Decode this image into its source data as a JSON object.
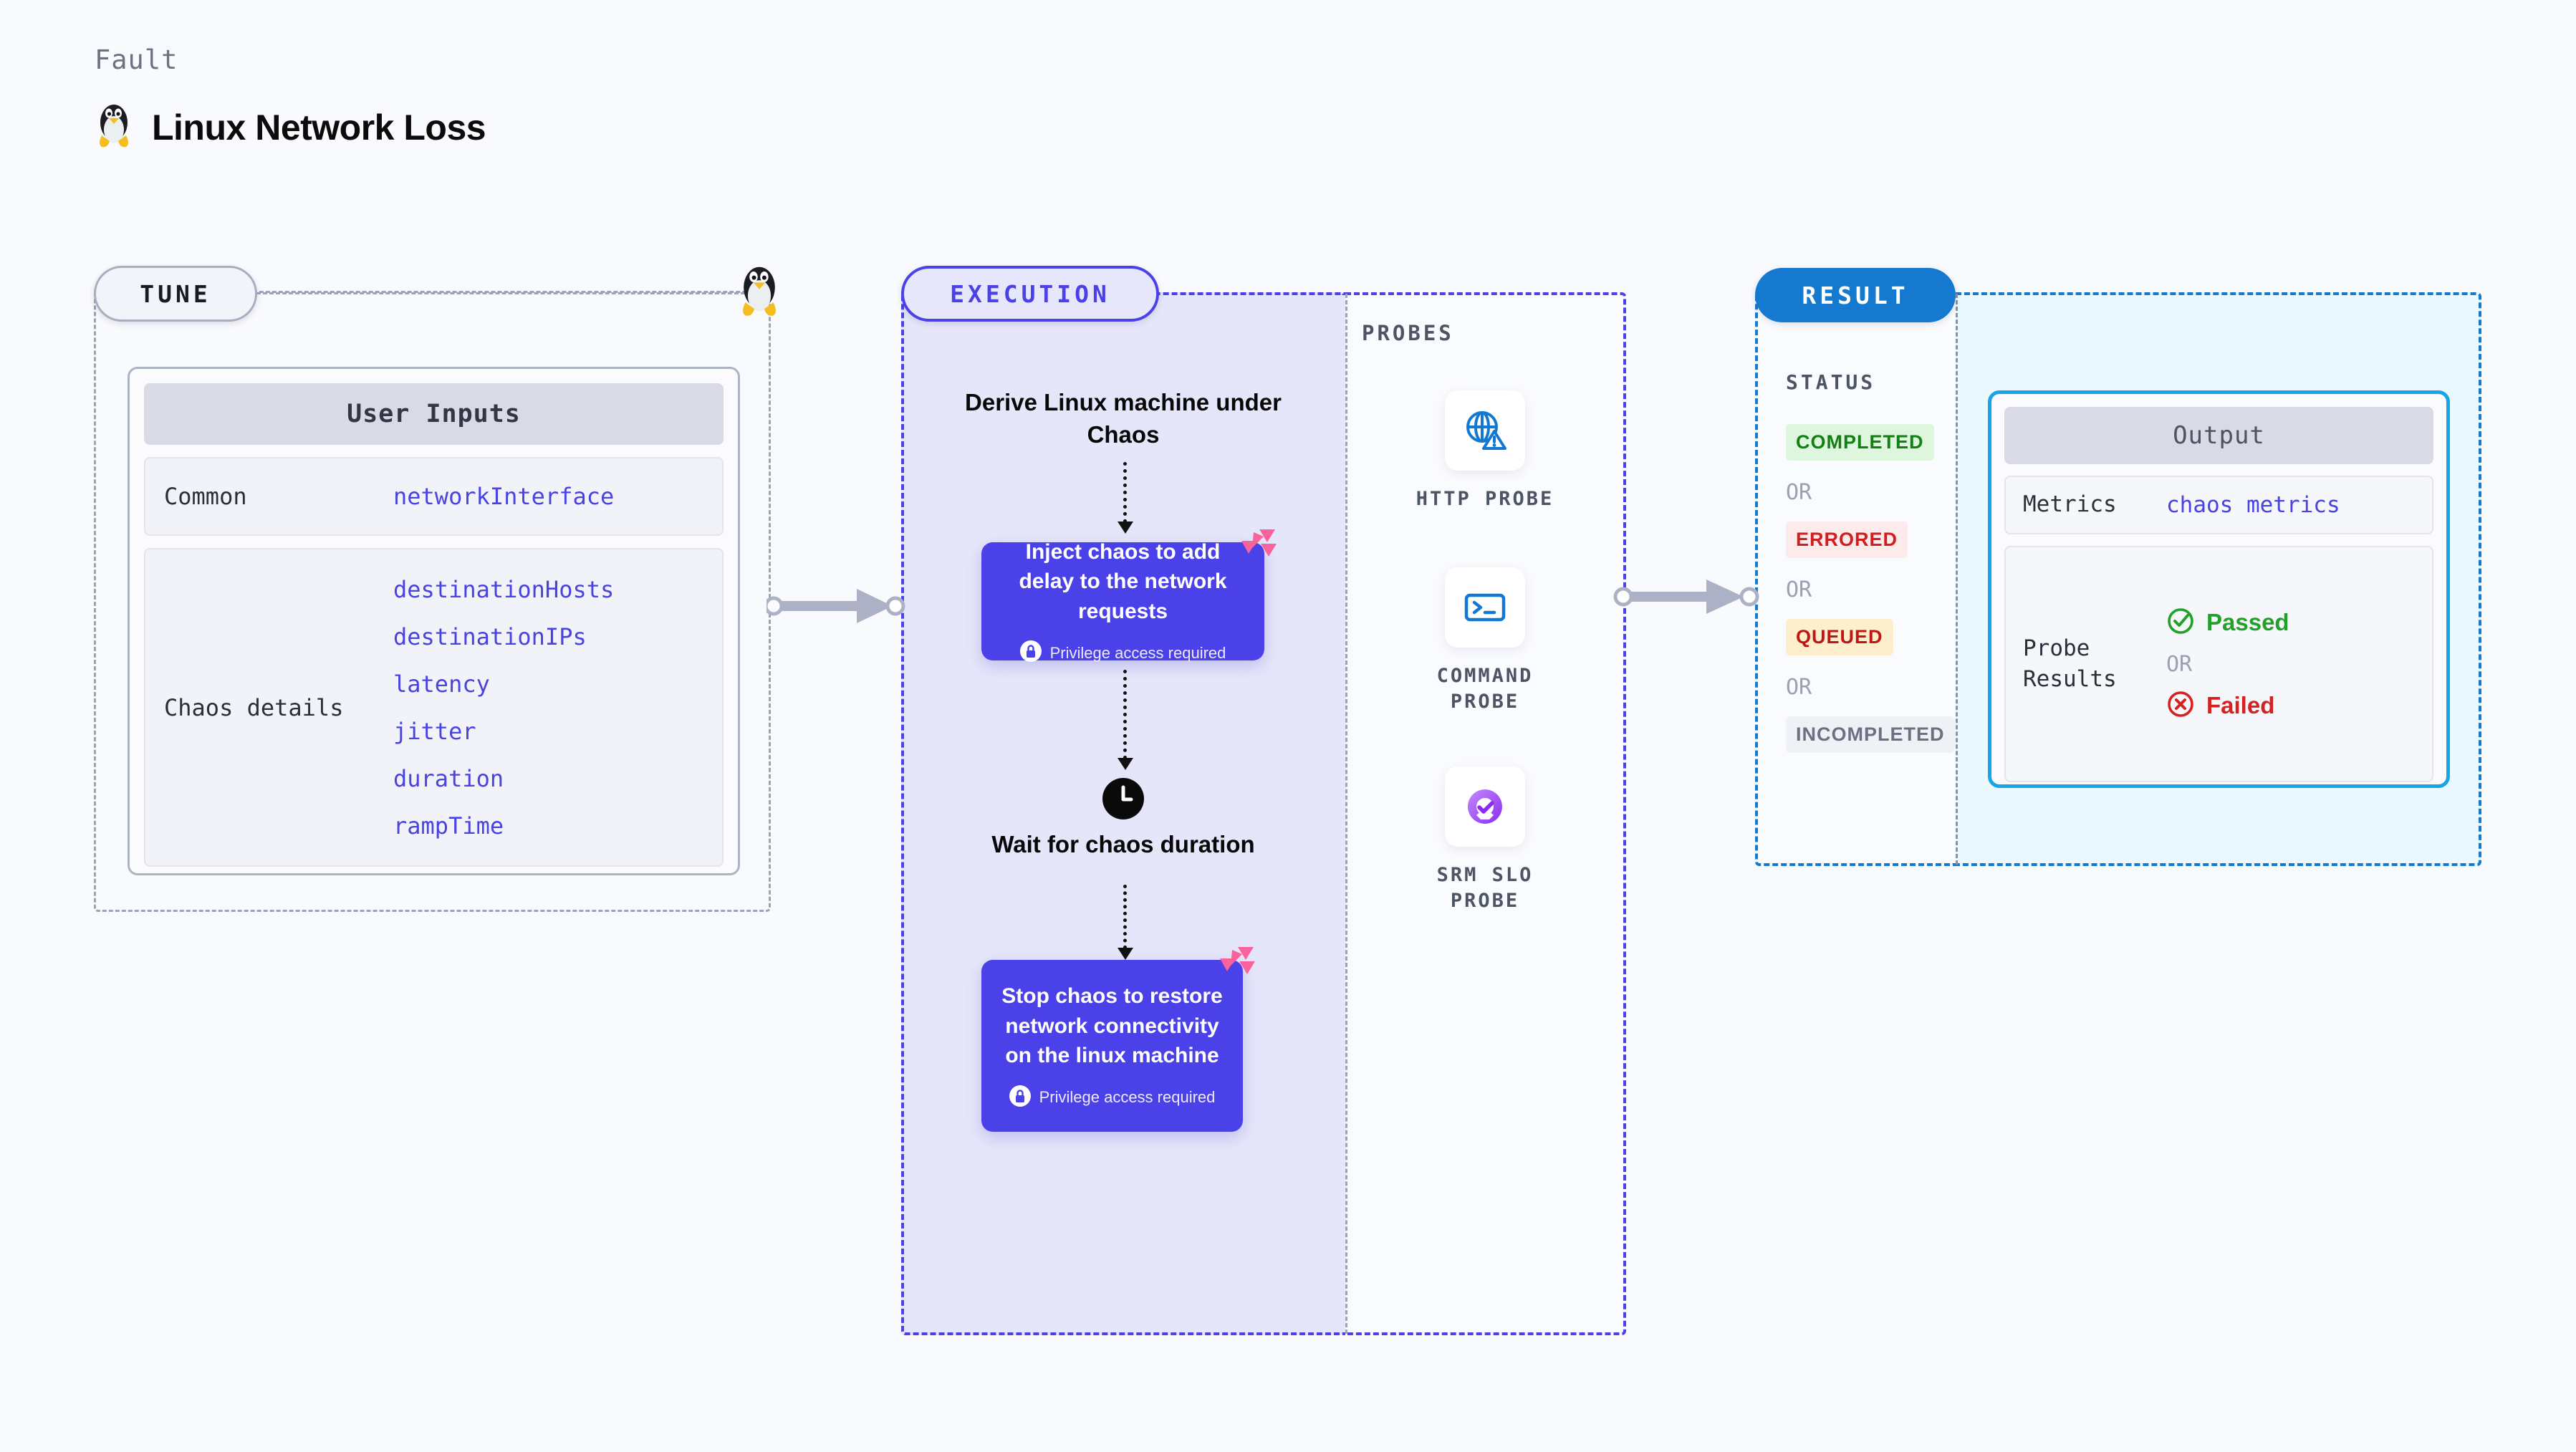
{
  "header": {
    "kicker": "Fault",
    "title": "Linux Network Loss",
    "icon": "linux-penguin-icon"
  },
  "tune": {
    "pill_label": "TUNE",
    "penguin_icon": "linux-penguin-icon",
    "card_title": "User Inputs",
    "groups": [
      {
        "label": "Common",
        "values": [
          "networkInterface"
        ]
      },
      {
        "label": "Chaos details",
        "values": [
          "destinationHosts",
          "destinationIPs",
          "latency",
          "jitter",
          "duration",
          "rampTime"
        ]
      }
    ]
  },
  "execution": {
    "pill_label": "EXECUTION",
    "step_1": "Derive Linux machine under Chaos",
    "card_1": {
      "title": "Inject chaos to add delay to the network requests",
      "privilege": "Privilege access required"
    },
    "wait_step": "Wait for chaos duration",
    "wait_icon": "clock-icon",
    "card_2": {
      "title": "Stop chaos to restore network connectivity on the linux machine",
      "privilege": "Privilege access required"
    }
  },
  "probes": {
    "label": "PROBES",
    "items": [
      {
        "name": "HTTP PROBE",
        "icon": "globe-warning-icon"
      },
      {
        "name": "COMMAND PROBE",
        "icon": "terminal-prompt-icon"
      },
      {
        "name": "SRM SLO PROBE",
        "icon": "slo-donut-check-icon"
      }
    ]
  },
  "result": {
    "pill_label": "RESULT",
    "status_label": "STATUS",
    "or_label": "OR",
    "statuses": [
      {
        "label": "COMPLETED",
        "bg": "#dff6de",
        "fg": "#128012"
      },
      {
        "label": "ERRORED",
        "bg": "#fdeaea",
        "fg": "#d11f1f"
      },
      {
        "label": "QUEUED",
        "bg": "#fdefcb",
        "fg": "#c11616"
      },
      {
        "label": "INCOMPLETED",
        "bg": "#f0f1f6",
        "fg": "#6b7183"
      }
    ],
    "output": {
      "card_title": "Output",
      "metrics_label": "Metrics",
      "metrics_value": "chaos metrics",
      "probe_results_label": "Probe Results",
      "passed_label": "Passed",
      "passed_color": "#22a12a",
      "failed_label": "Failed",
      "failed_color": "#d62121",
      "or_label": "OR"
    }
  },
  "colors": {
    "page_bg": "#f9fafd",
    "purple": "#4a41e8",
    "blue": "#1479cf",
    "cyan": "#18a5e8",
    "gray_dash": "#9ca3b4",
    "pink": "#f9629a"
  }
}
